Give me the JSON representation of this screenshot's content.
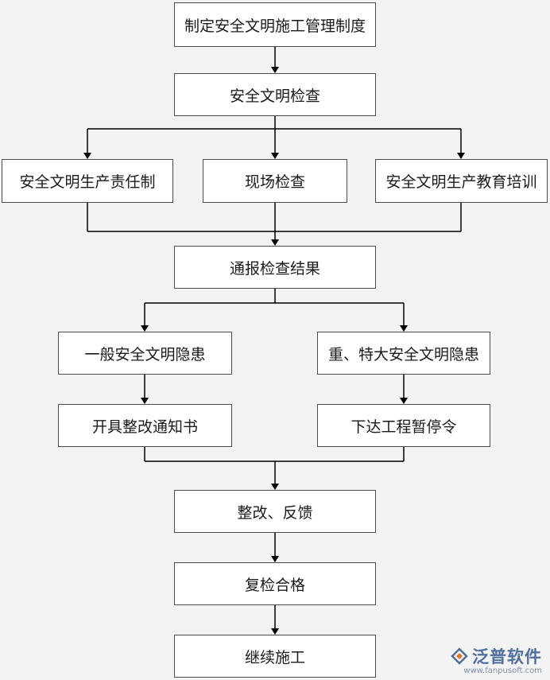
{
  "flowchart": {
    "nodes": [
      {
        "id": "n1",
        "label": "制定安全文明施工管理制度"
      },
      {
        "id": "n2",
        "label": "安全文明检查"
      },
      {
        "id": "n3",
        "label": "安全文明生产责任制"
      },
      {
        "id": "n4",
        "label": "现场检查"
      },
      {
        "id": "n5",
        "label": "安全文明生产教育培训"
      },
      {
        "id": "n6",
        "label": "通报检查结果"
      },
      {
        "id": "n7",
        "label": "一般安全文明隐患"
      },
      {
        "id": "n8",
        "label": "重、特大安全文明隐患"
      },
      {
        "id": "n9",
        "label": "开具整改通知书"
      },
      {
        "id": "n10",
        "label": "下达工程暂停令"
      },
      {
        "id": "n11",
        "label": "整改、反馈"
      },
      {
        "id": "n12",
        "label": "复检合格"
      },
      {
        "id": "n13",
        "label": "继续施工"
      }
    ],
    "edges": [
      {
        "from": "n1",
        "to": "n2"
      },
      {
        "from": "n2",
        "to": "n3"
      },
      {
        "from": "n2",
        "to": "n4"
      },
      {
        "from": "n2",
        "to": "n5"
      },
      {
        "from": "n3",
        "to": "n6"
      },
      {
        "from": "n4",
        "to": "n6"
      },
      {
        "from": "n5",
        "to": "n6"
      },
      {
        "from": "n6",
        "to": "n7"
      },
      {
        "from": "n6",
        "to": "n8"
      },
      {
        "from": "n7",
        "to": "n9"
      },
      {
        "from": "n8",
        "to": "n10"
      },
      {
        "from": "n9",
        "to": "n11"
      },
      {
        "from": "n10",
        "to": "n11"
      },
      {
        "from": "n11",
        "to": "n12"
      },
      {
        "from": "n12",
        "to": "n13"
      }
    ]
  },
  "watermark": {
    "brand": "泛普软件",
    "url": "www.fanpusoft.com",
    "logo_icon": "fanpu-logo-icon"
  },
  "colors": {
    "background": "#f3f3f3",
    "box_fill": "#ffffff",
    "line": "#000000",
    "watermark": "#4f6f9e"
  }
}
